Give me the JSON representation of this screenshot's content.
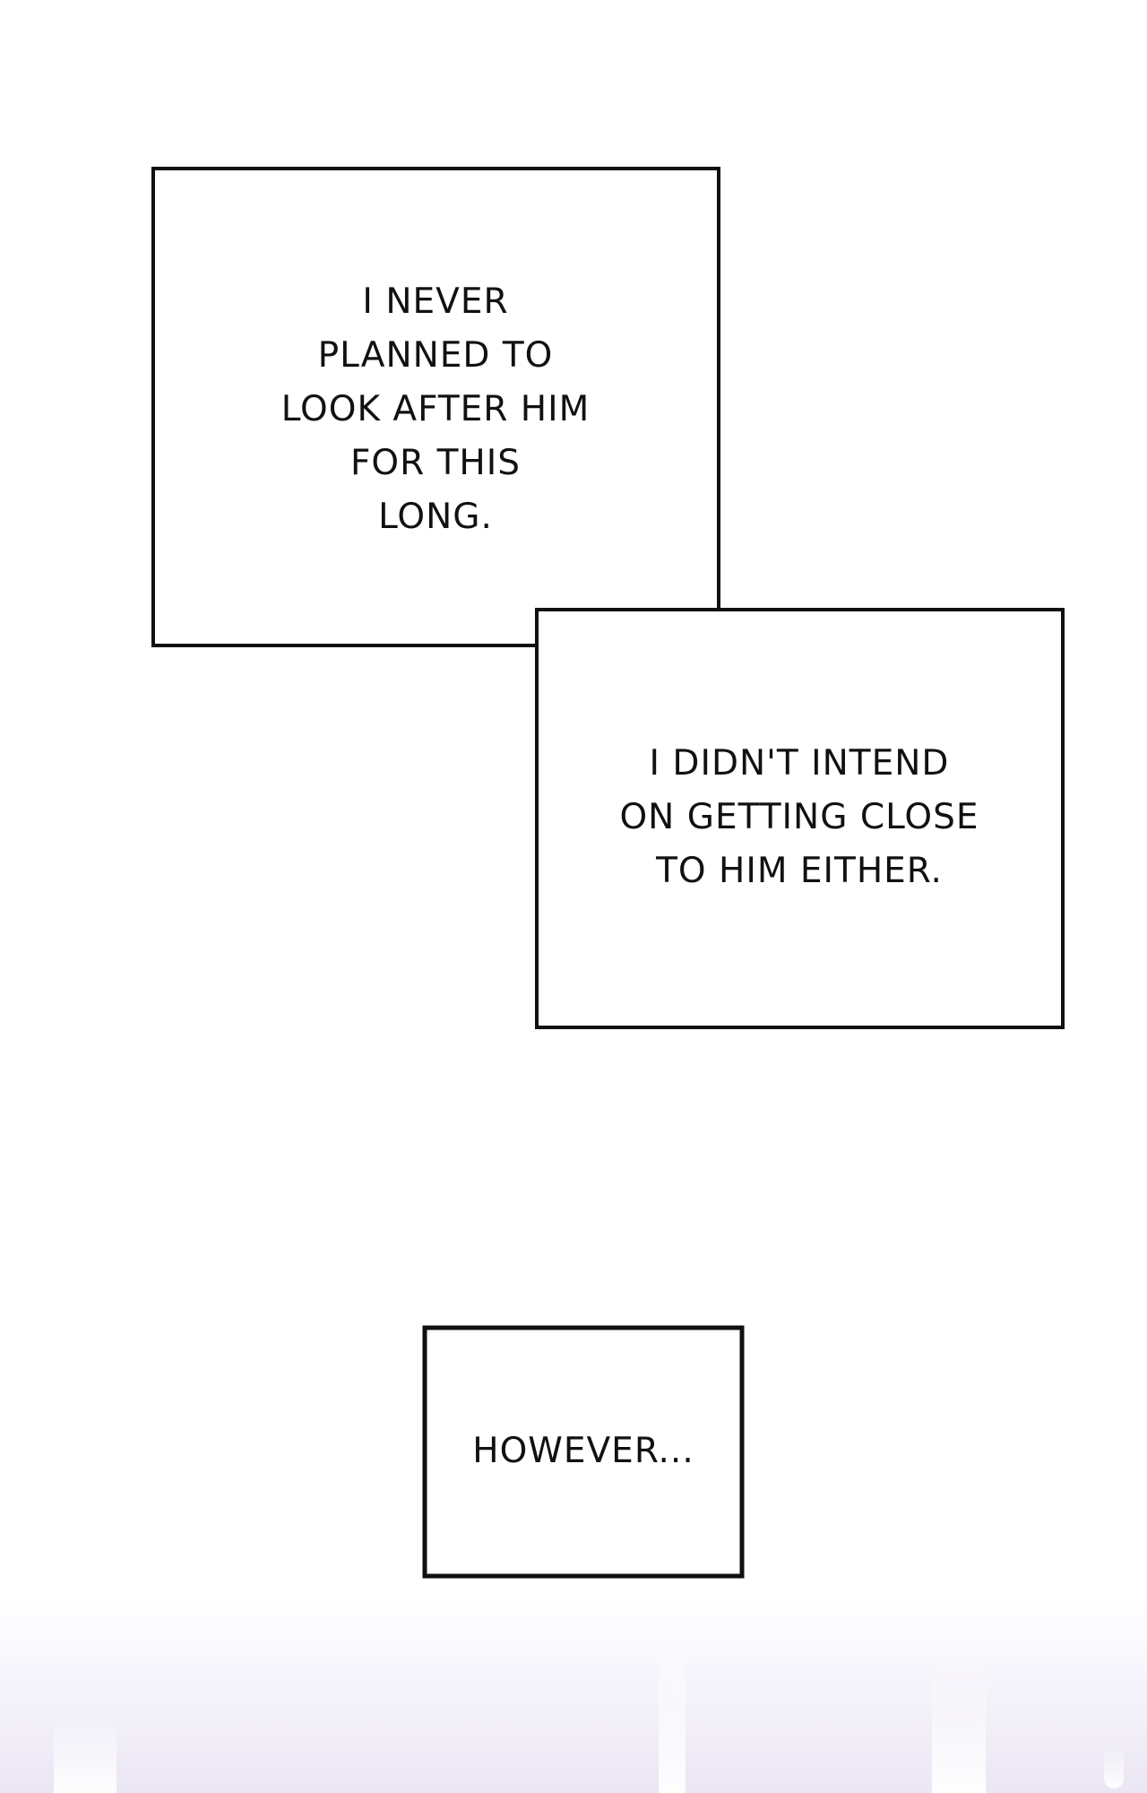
{
  "captions": {
    "box1": [
      "I NEVER",
      "PLANNED TO",
      "LOOK AFTER HIM",
      "FOR THIS",
      "LONG."
    ],
    "box2": [
      "I DIDN'T INTEND",
      "ON GETTING CLOSE",
      "TO HIM EITHER."
    ],
    "box3": [
      "HOWEVER..."
    ]
  },
  "colors": {
    "border": "#111111",
    "background": "#ffffff",
    "glow": "#ebe6f3"
  }
}
